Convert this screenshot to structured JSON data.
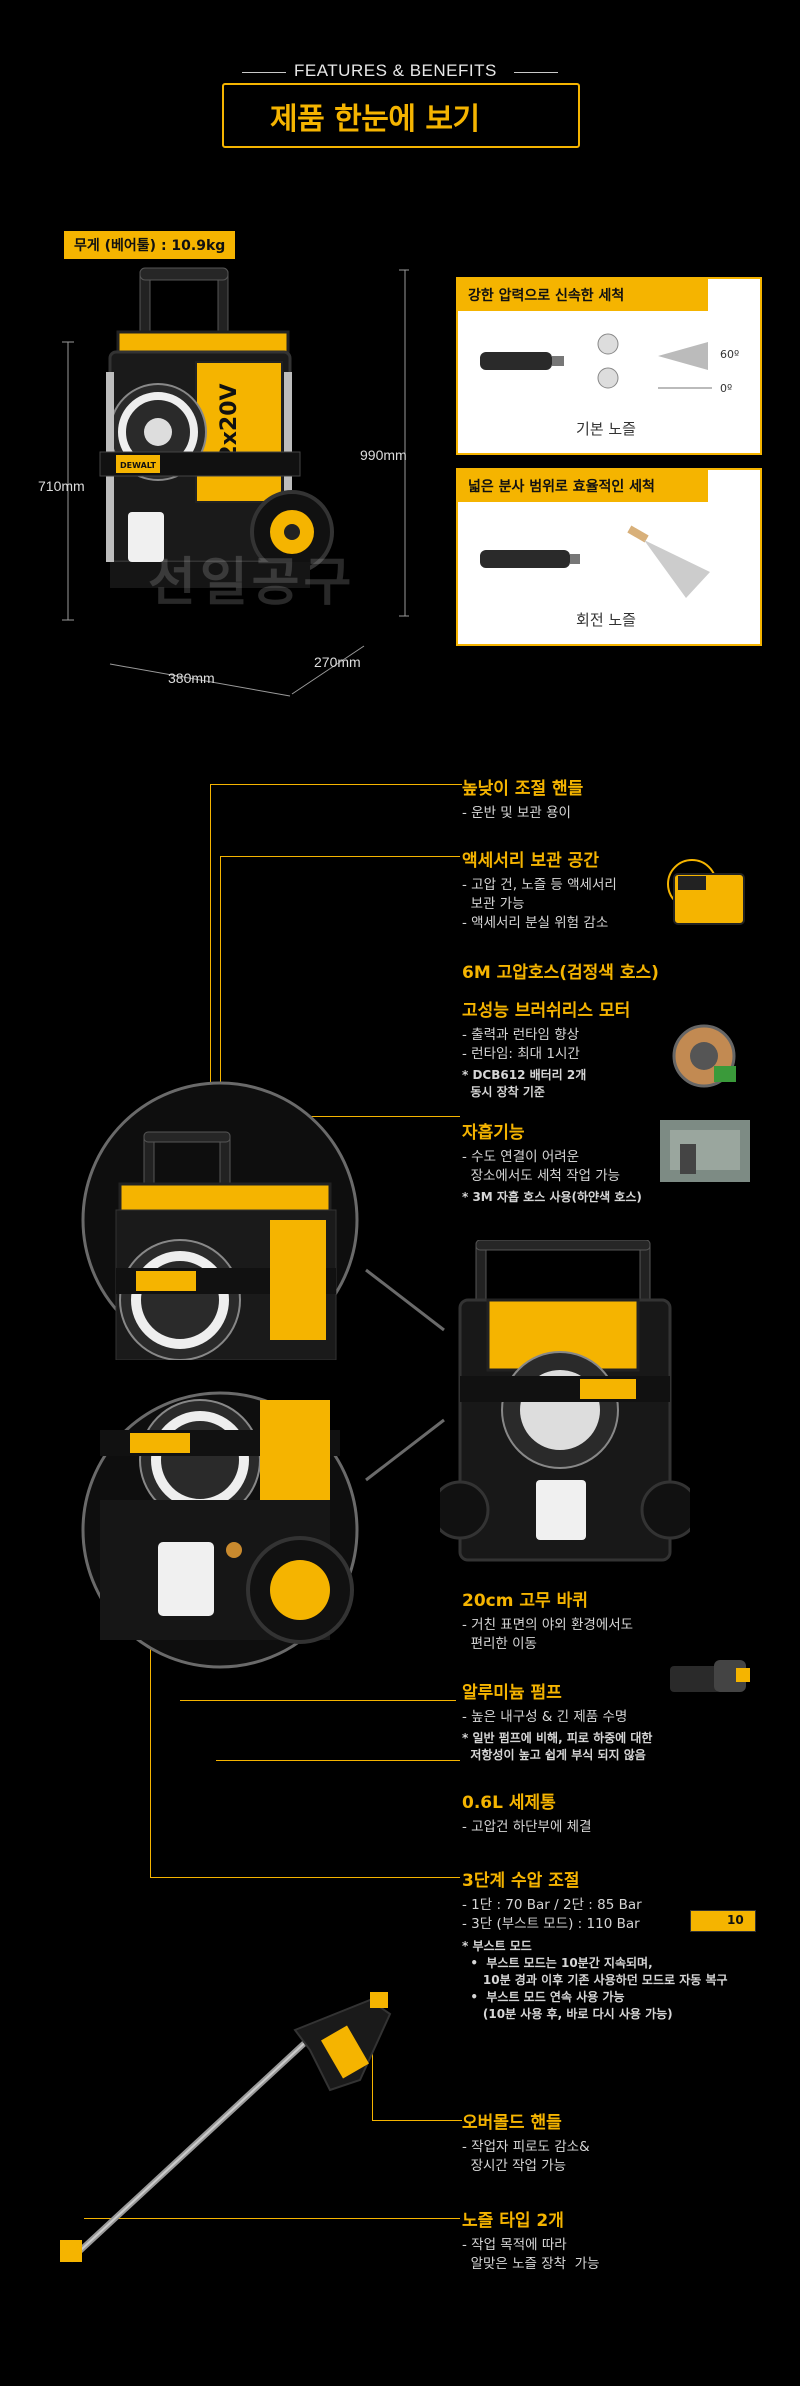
{
  "header": {
    "subtitle": "FEATURES & BENEFITS",
    "title": "제품 한눈에 보기"
  },
  "overview": {
    "weight": "무게 (베어툴) : 10.9kg",
    "dim_height_left": "710mm",
    "dim_height_right": "990mm",
    "dim_width": "380mm",
    "dim_depth": "270mm",
    "watermark": "선일공구",
    "product_label": "2x20V",
    "brand": "DEWALT"
  },
  "nozzles": [
    {
      "heading": "강한 압력으로 신속한 세척",
      "caption": "기본 노즐",
      "angles": [
        "60º",
        "0º"
      ]
    },
    {
      "heading": "넓은 분사 범위로 효율적인 세척",
      "caption": "회전 노즐"
    }
  ],
  "features": [
    {
      "title": "높낮이 조절 핸들",
      "desc": [
        "- 운반 및 보관 용이"
      ]
    },
    {
      "title": "액세서리 보관 공간",
      "desc": [
        "- 고압 건, 노즐 등 액세서리",
        "  보관 가능",
        "- 액세서리 분실 위험 감소"
      ]
    },
    {
      "title": "6M 고압호스(검정색 호스)",
      "desc": []
    },
    {
      "title": "고성능 브러쉬리스 모터",
      "desc": [
        "- 출력과 런타임 향상",
        "- 런타임: 최대 1시간"
      ],
      "notes": [
        "* DCB612 배터리 2개",
        "  동시 장착 기준"
      ]
    },
    {
      "title": "자흡기능",
      "desc": [
        "- 수도 연결이 어려운",
        "  장소에서도 세척 작업 가능"
      ],
      "notes": [
        "* 3M 자흡 호스 사용(하얀색 호스)"
      ]
    },
    {
      "title": "20cm 고무 바퀴",
      "desc": [
        "- 거친 표면의 야외 환경에서도",
        "  편리한 이동"
      ]
    },
    {
      "title": "알루미늄 펌프",
      "desc": [
        "- 높은 내구성 & 긴 제품 수명"
      ],
      "notes": [
        "* 일반 펌프에 비해, 피로 하중에 대한",
        "  저항성이 높고 쉽게 부식 되지 않음"
      ]
    },
    {
      "title": "0.6L 세제통",
      "desc": [
        "- 고압건 하단부에 체결"
      ]
    },
    {
      "title": "3단계 수압 조절",
      "desc": [
        "- 1단 : 70 Bar / 2단 : 85 Bar",
        "- 3단 (부스트 모드) : 110 Bar"
      ],
      "notes": [
        "* 부스트 모드",
        "  •  부스트 모드는 10분간 지속되며,",
        "     10분 경과 이후 기존 사용하던 모드로 자동 복구",
        "  •  부스트 모드 연속 사용 가능",
        "     (10분 사용 후, 바로 다시 사용 가능)"
      ],
      "badge": "10"
    },
    {
      "title": "오버몰드 핸들",
      "desc": [
        "- 작업자 피로도 감소&",
        "  장시간 작업 가능"
      ]
    },
    {
      "title": "노즐 타입 2개",
      "desc": [
        "- 작업 목적에 따라",
        "  알맞은 노즐 장착  가능"
      ]
    }
  ],
  "colors": {
    "accent": "#f5b400",
    "background": "#000000"
  }
}
